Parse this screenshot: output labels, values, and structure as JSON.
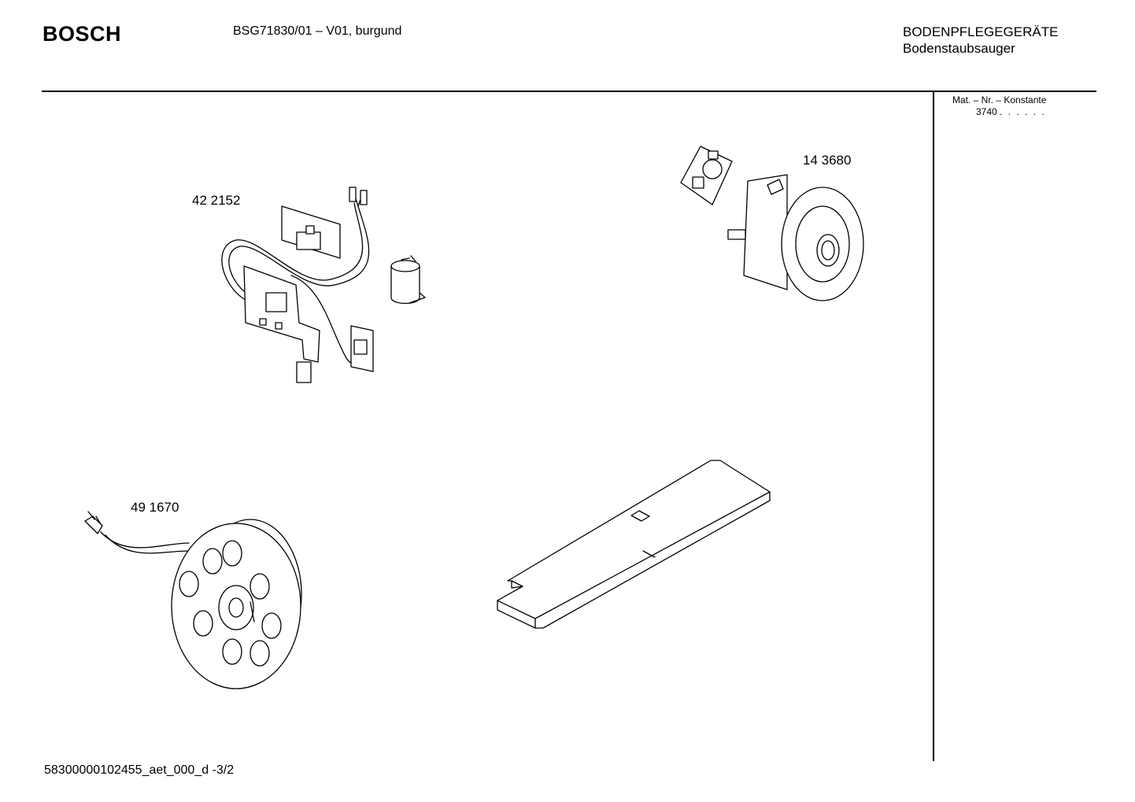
{
  "header": {
    "brand": "BOSCH",
    "model": "BSG71830/01  –  V01, burgund",
    "category_main": "BODENPFLEGEGERÄTE",
    "category_sub": "Bodenstaubsauger"
  },
  "side_info": {
    "label": "Mat. – Nr. – Konstante",
    "value": "3740",
    "dots": ". .   . . . ."
  },
  "parts": [
    {
      "id": "part-422152",
      "number": "42 2152"
    },
    {
      "id": "part-143680",
      "number": "14 3680"
    },
    {
      "id": "part-491670",
      "number": "49 1670"
    }
  ],
  "footer": {
    "doc_id": "58300000102455_aet_000_d   -3/2"
  }
}
